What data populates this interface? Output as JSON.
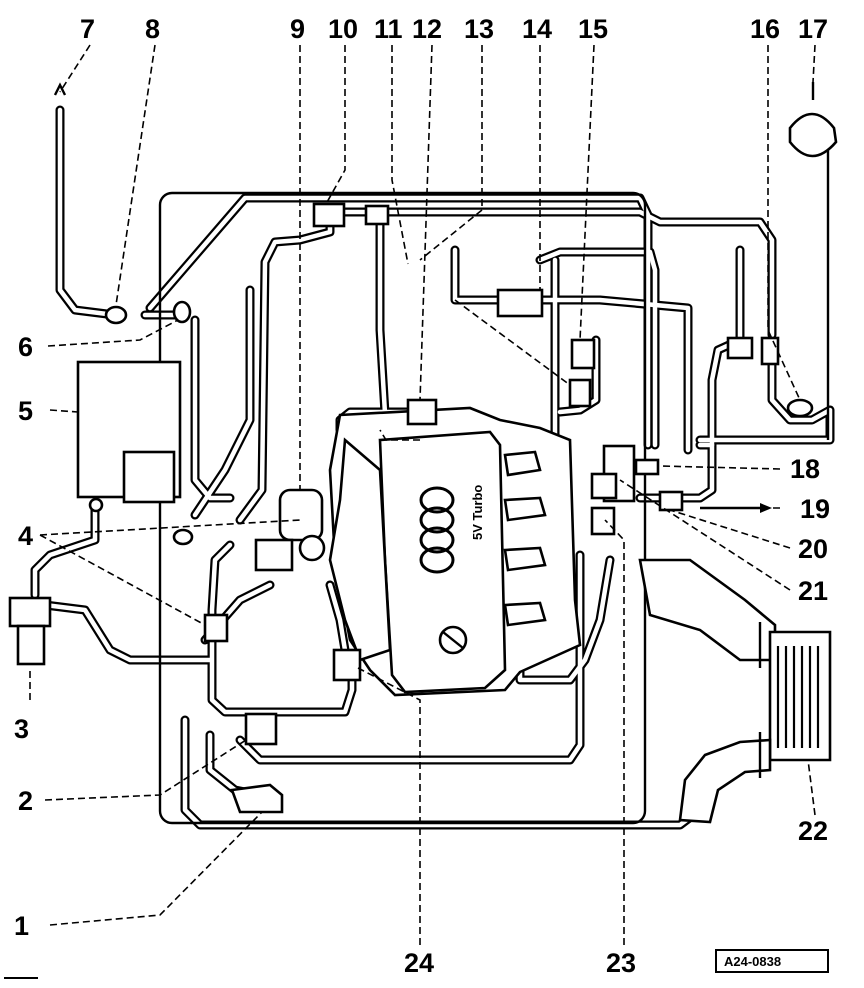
{
  "figure": {
    "reference_code": "A24-0838",
    "engine_cover_text": "5V Turbo"
  },
  "callouts": [
    "1",
    "2",
    "3",
    "4",
    "5",
    "6",
    "7",
    "8",
    "9",
    "10",
    "11",
    "12",
    "13",
    "14",
    "15",
    "16",
    "17",
    "18",
    "19",
    "20",
    "21",
    "22",
    "23",
    "24"
  ]
}
